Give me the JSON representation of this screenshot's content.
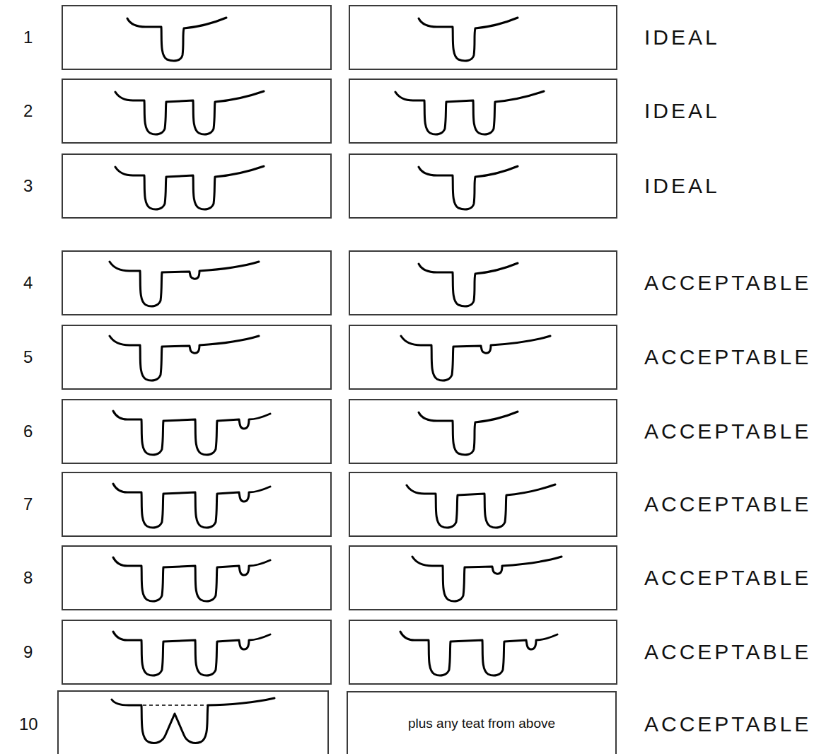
{
  "diagram": {
    "nodes": [
      {
        "text": [
          "plus any teat from above"
        ]
      }
    ],
    "labels": [
      "1",
      "IDEAL",
      "2",
      "IDEAL",
      "3",
      "IDEAL",
      "4",
      "ACCEPTABLE",
      "5",
      "ACCEPTABLE",
      "6",
      "ACCEPTABLE",
      "7",
      "ACCEPTABLE",
      "8",
      "ACCEPTABLE",
      "9",
      "ACCEPTABLE",
      "10",
      "ACCEPTABLE"
    ]
  }
}
